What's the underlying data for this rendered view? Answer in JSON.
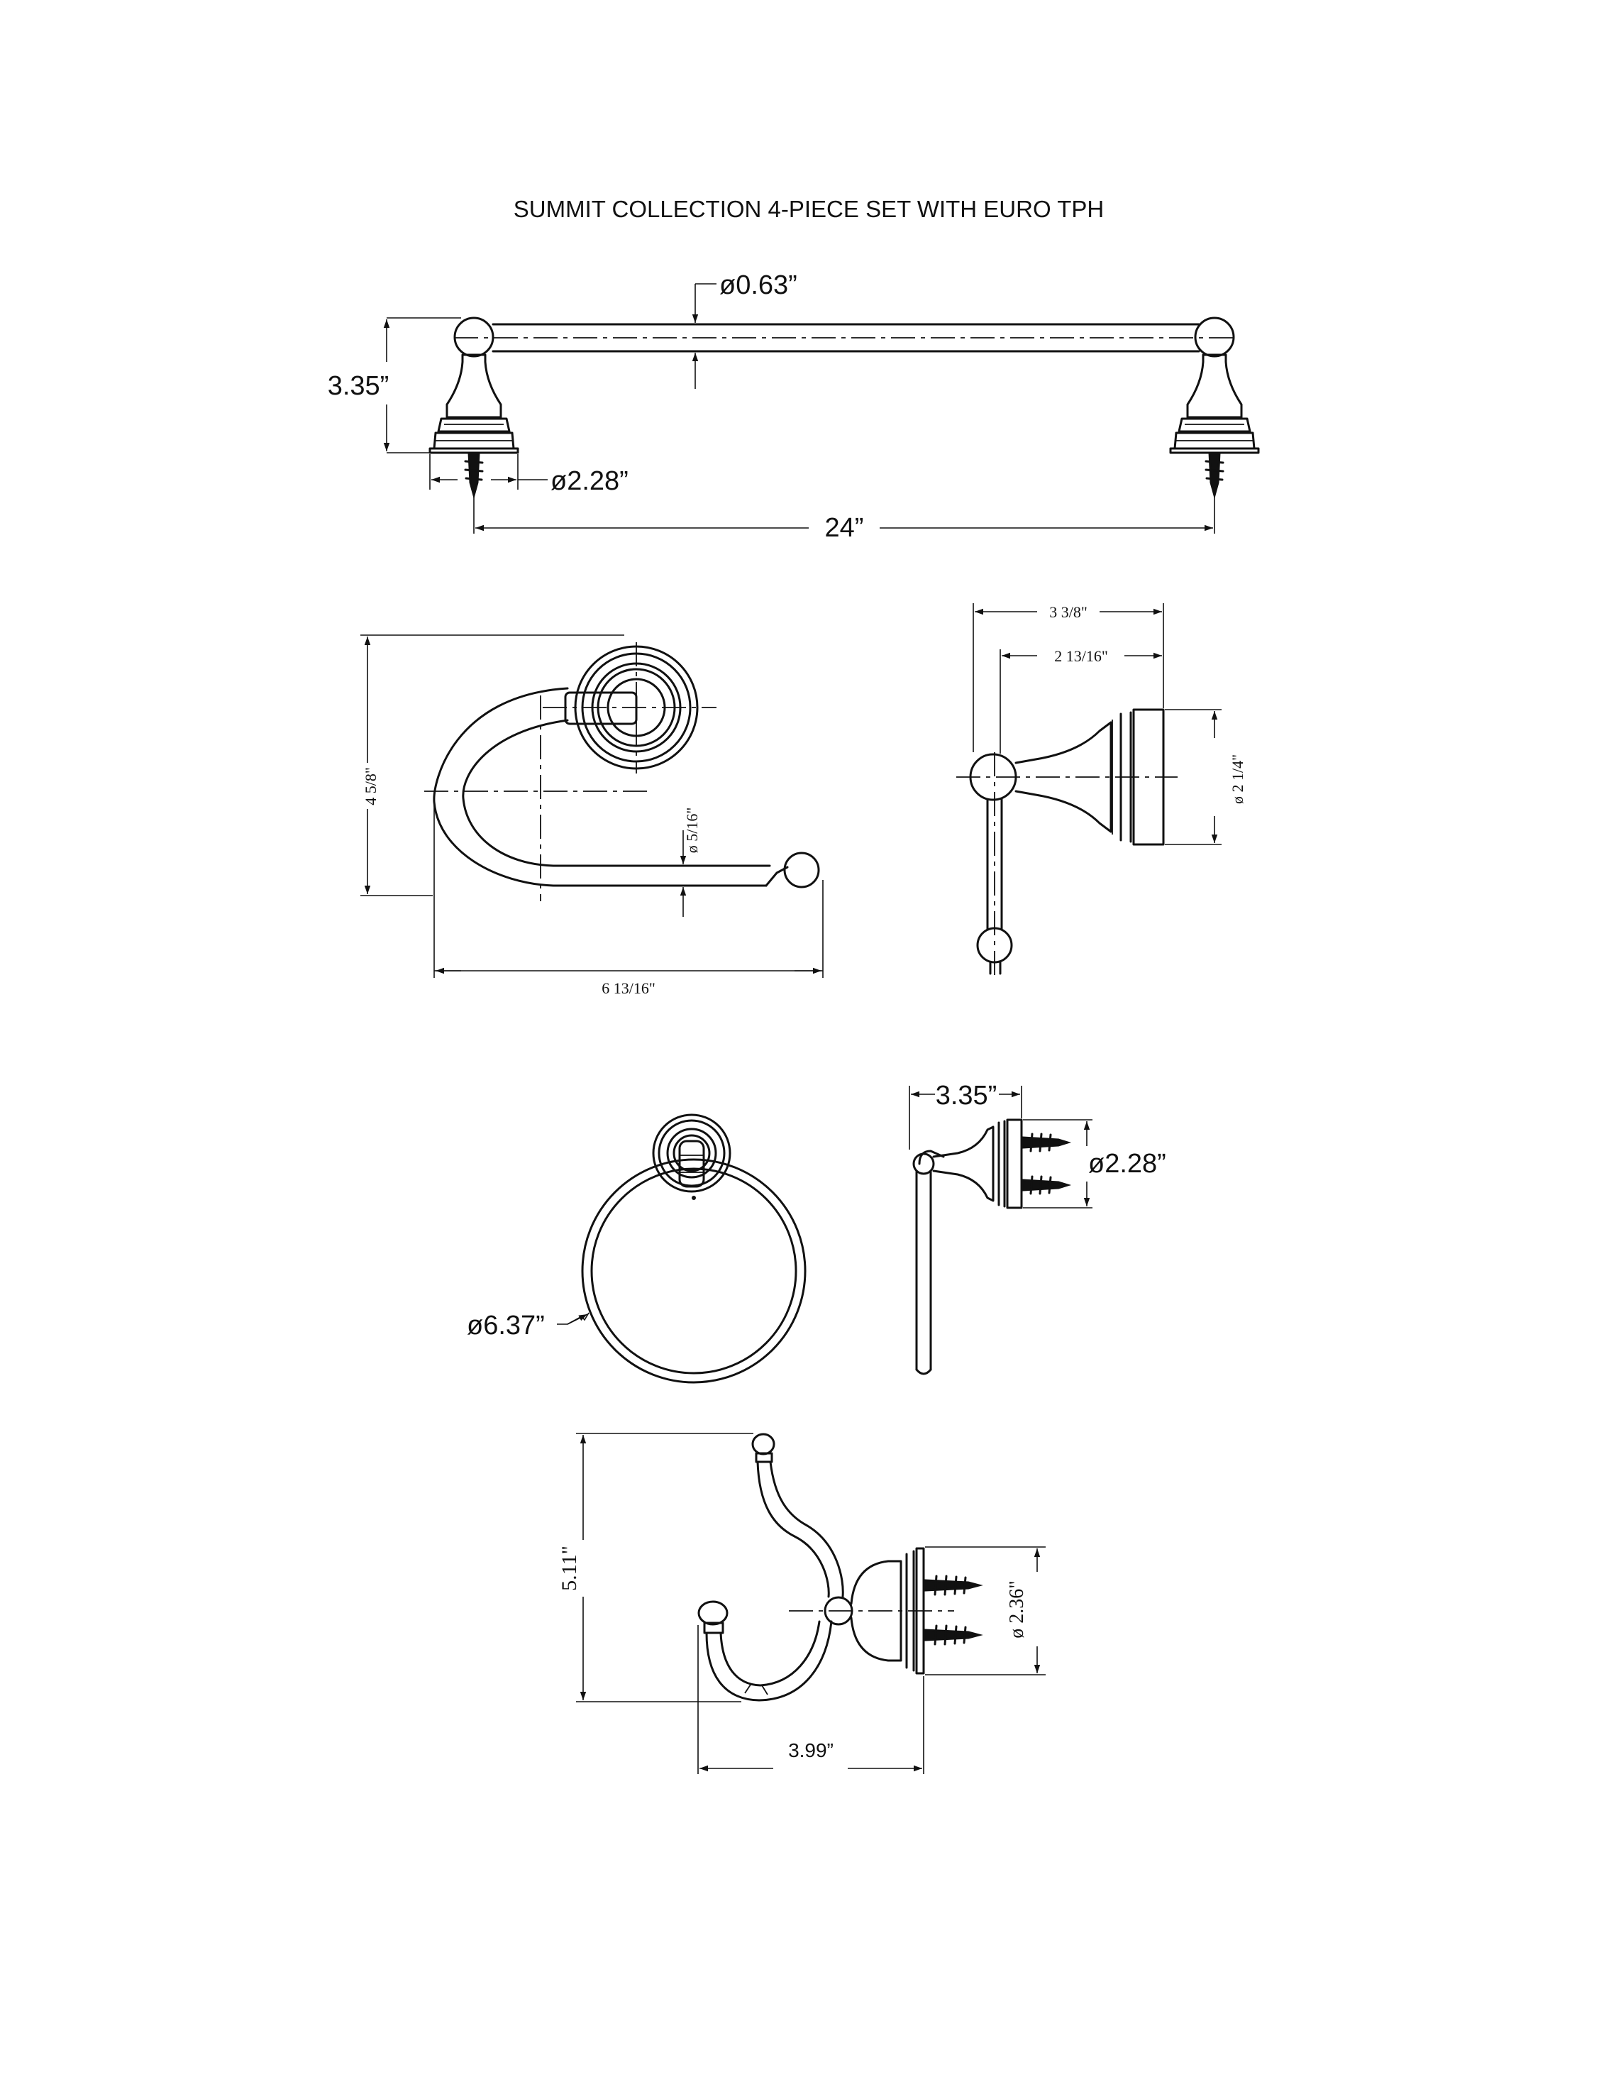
{
  "title": "SUMMIT COLLECTION 4-PIECE SET WITH EURO TPH",
  "colors": {
    "line": "#111111",
    "background": "#ffffff"
  },
  "towel_bar": {
    "rod_diameter": "ø0.63”",
    "projection": "3.35”",
    "base_diameter": "ø2.28”",
    "length": "24”"
  },
  "paper_holder_front": {
    "height": "4 5/8\"",
    "rod_diameter": "ø 5/16\"",
    "width": "6 13/16\""
  },
  "paper_holder_side": {
    "overall_projection": "3 3/8\"",
    "arm_projection": "2 13/16\"",
    "base_diameter": "ø 2 1/4\""
  },
  "towel_ring_front": {
    "ring_diameter": "ø6.37”"
  },
  "towel_ring_side": {
    "projection": "3.35”",
    "base_diameter": "ø2.28”"
  },
  "robe_hook": {
    "height": "5.11\"",
    "base_diameter": "ø 2.36\"",
    "projection": "3.99”"
  }
}
